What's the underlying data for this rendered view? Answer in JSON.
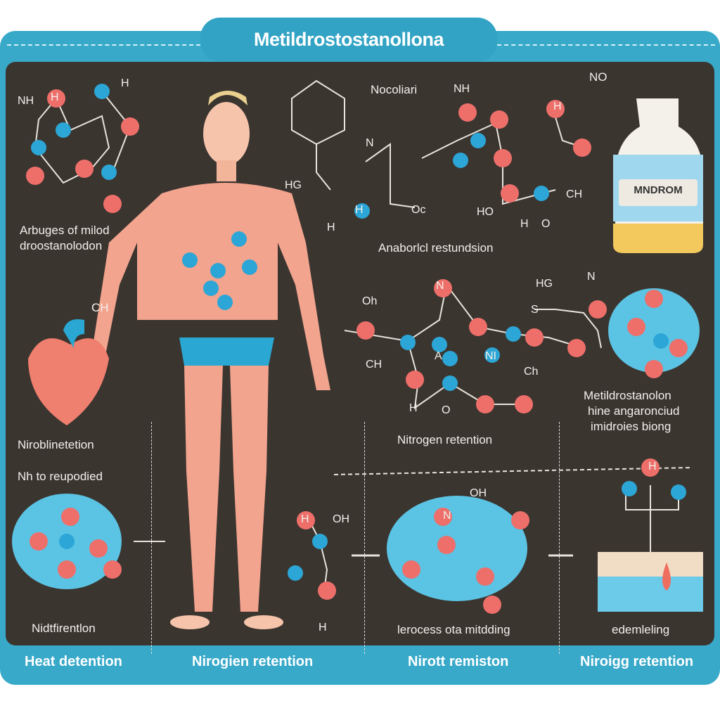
{
  "title": "Metildrostostanollona",
  "colors": {
    "frame": "#38a9c9",
    "panel": "#3b3530",
    "atom_red": "#ee6f6a",
    "atom_blue": "#2ca6d6",
    "skin": "#f2b59a"
  },
  "labels": {
    "top_left": [
      "Arbuges of milod",
      "droostanolodon"
    ],
    "nocoliari": "Nocoliari",
    "no": "NO",
    "bottle": "MNDROM",
    "anabolic": "Anaborlcl restundsion",
    "ch": "CH",
    "niroblin": "Niroblinetetion",
    "nh_to": "Nh to reupodied",
    "nitrogen_mid": "Nitrogen retention",
    "right_block": [
      "Metildrostanolon",
      "hine angaronciud",
      "imidroies biong"
    ],
    "nidt": "Nidtfirentlon",
    "process": "lerocess ota mitdding",
    "edem": "edemleling"
  },
  "chem_labels": [
    "NH",
    "H",
    "H",
    "NH",
    "N",
    "H",
    "HG",
    "H",
    "H",
    "Oc",
    "HO",
    "CH",
    "H",
    "O",
    "N",
    "HG",
    "N",
    "S",
    "Oh",
    "CH",
    "Ch",
    "H",
    "O",
    "OH",
    "H",
    "OH",
    "H",
    "N",
    "H",
    "A",
    "NI"
  ],
  "bottom_bar": [
    "Heat detention",
    "Nirogien retention",
    "Nirott remiston",
    "Niroigg retention"
  ]
}
